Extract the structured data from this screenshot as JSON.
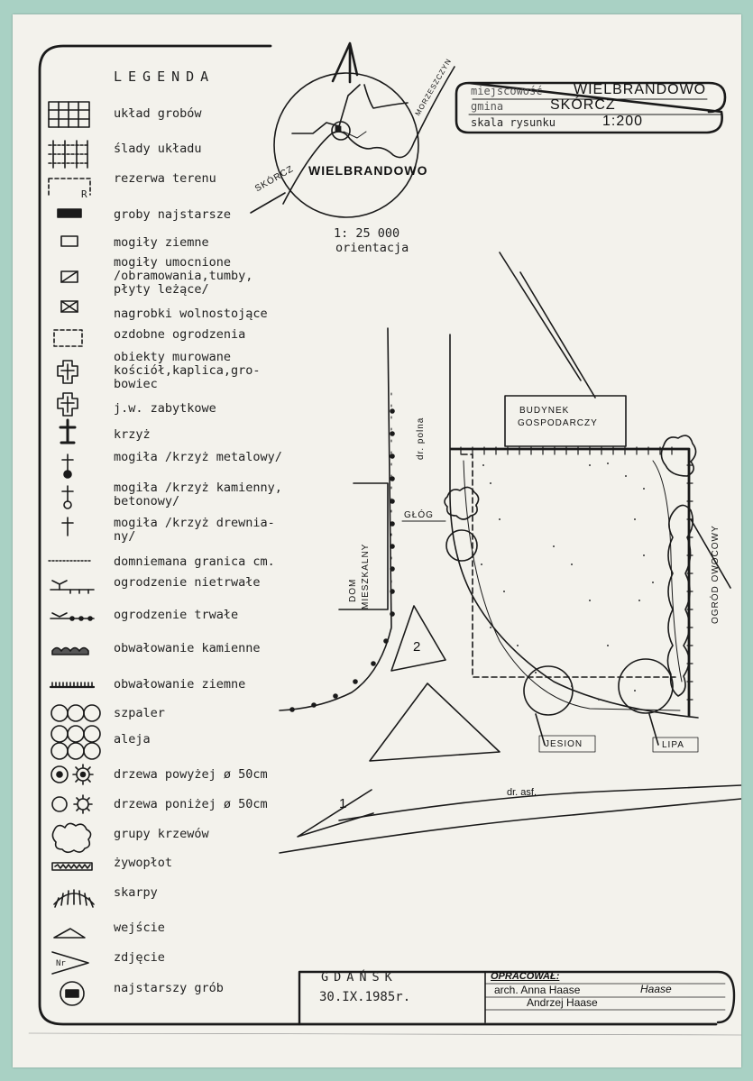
{
  "legend": {
    "title": "LEGENDA",
    "items": [
      {
        "label": "układ grobów",
        "icon": "grid-icon"
      },
      {
        "label": "ślady układu",
        "icon": "grid-traces-icon"
      },
      {
        "label": "rezerwa terenu",
        "icon": "reserve-r-icon",
        "icon_text": "R"
      },
      {
        "label": "groby najstarsze",
        "icon": "filled-rect-icon"
      },
      {
        "label": "mogiły ziemne",
        "icon": "rect-icon"
      },
      {
        "label": "mogiły umocnione\n/obramowania,tumby,\npłyty leżące/",
        "icon": "rect-slash-icon"
      },
      {
        "label": "nagrobki wolnostojące",
        "icon": "rect-cross-icon"
      },
      {
        "label": "ozdobne ogrodzenia",
        "icon": "dashed-rect-icon"
      },
      {
        "label": "obiekty murowane\nkościół,kaplica,gro-\nbowiec",
        "icon": "chapel-icon"
      },
      {
        "label": "j.w. zabytkowe",
        "icon": "chapel-historic-icon"
      },
      {
        "label": "krzyż",
        "icon": "cross-icon"
      },
      {
        "label": "mogiła /krzyż metalowy/",
        "icon": "metal-cross-icon"
      },
      {
        "label": "mogiła /krzyż kamienny,\nbetonowy/",
        "icon": "stone-cross-icon"
      },
      {
        "label": "mogiła /krzyż drewnia-\nny/",
        "icon": "wooden-cross-icon"
      },
      {
        "label": "domniemana granica cm.",
        "icon": "dotted-line-icon"
      },
      {
        "label": "ogrodzenie nietrwałe",
        "icon": "temp-fence-icon"
      },
      {
        "label": "ogrodzenie trwałe",
        "icon": "perm-fence-icon"
      },
      {
        "label": "obwałowanie kamienne",
        "icon": "stone-embankment-icon"
      },
      {
        "label": "obwałowanie ziemne",
        "icon": "earth-embankment-icon"
      },
      {
        "label": "szpaler",
        "icon": "row-trees-icon"
      },
      {
        "label": "aleja",
        "icon": "avenue-icon"
      },
      {
        "label": "drzewa powyżej ø 50cm",
        "icon": "large-tree-icon"
      },
      {
        "label": "drzewa poniżej ø 50cm",
        "icon": "small-tree-icon"
      },
      {
        "label": "grupy krzewów",
        "icon": "shrubs-icon"
      },
      {
        "label": "żywopłot",
        "icon": "hedge-icon"
      },
      {
        "label": "skarpy",
        "icon": "slope-icon"
      },
      {
        "label": "wejście",
        "icon": "entrance-triangle-icon"
      },
      {
        "label": "zdjęcie",
        "icon": "photo-icon",
        "icon_text": "Nr"
      },
      {
        "label": "najstarszy grób",
        "icon": "oldest-grave-icon"
      }
    ]
  },
  "header": {
    "place_label": "miejscowość",
    "place_value": "WIELBRANDOWO",
    "commune_label": "gmina",
    "commune_value": "SKÓRCZ",
    "scale_label": "skala rysunku",
    "scale_value": "1:200"
  },
  "orientation": {
    "village": "WIELBRANDOWO",
    "road_left": "SKÓRCZ",
    "road_right": "MORZESZCZYN",
    "scale": "1: 25 000",
    "label": "orientacja"
  },
  "plan": {
    "building_top": [
      "BUDYNEK",
      "GOSPODARCZY"
    ],
    "building_left": [
      "DOM",
      "MIESZKALNY"
    ],
    "road_field": "dr. polna",
    "road_asphalt": "dr. asf.",
    "orchard": "OGRÓD OWOCOWY",
    "tree_hawthorn": "GŁÓG",
    "tree_ash": "JESION",
    "tree_lime": "LIPA",
    "entrance_1": "1",
    "entrance_2": "2"
  },
  "footer": {
    "city": "GDAŃSK",
    "date": "30.IX.1985r.",
    "prepared_label": "OPRACOWAŁ:",
    "author_1": "arch. Anna Haase",
    "signature": "Haase",
    "author_2": "Andrzej Haase"
  }
}
